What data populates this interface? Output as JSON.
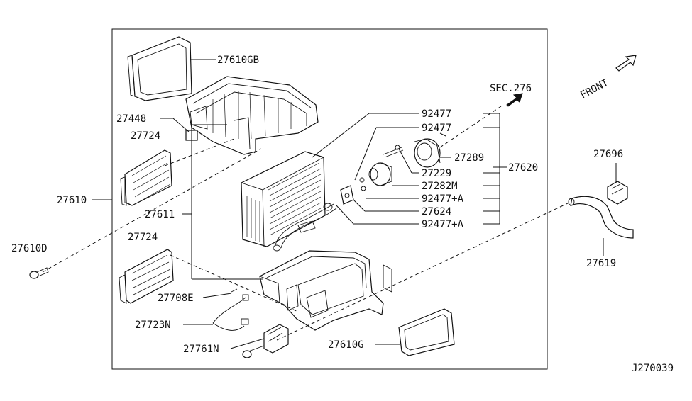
{
  "diagram": {
    "callouts": {
      "p27610GB": "27610GB",
      "p27448": "27448",
      "p27724_top": "27724",
      "p27610": "27610",
      "p27611": "27611",
      "p27610D": "27610D",
      "p27724_bottom": "27724",
      "p27708E": "27708E",
      "p27723N": "27723N",
      "p27761N": "27761N",
      "p27610G": "27610G",
      "sec276": "SEC.276",
      "p92477_a": "92477",
      "p92477_b": "92477",
      "p27289": "27289",
      "p27229": "27229",
      "p27282M": "27282M",
      "p92477A_1": "92477+A",
      "p27624": "27624",
      "p92477A_2": "92477+A",
      "p27620": "27620",
      "p27696": "27696",
      "p27619": "27619",
      "front": "FRONT",
      "ref_code": "J270039"
    }
  }
}
